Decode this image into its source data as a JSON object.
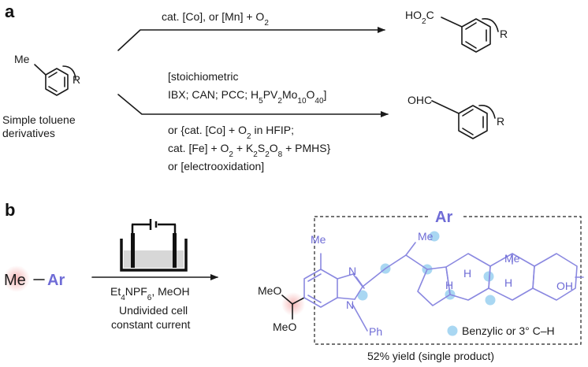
{
  "panel_a": {
    "label": "a",
    "start_methyl": "Me",
    "start_r": "R",
    "start_name_1": "Simple toluene",
    "start_name_2": "derivatives",
    "top_conditions": "cat. [Co], or [Mn] + O",
    "top_conditions_o2_sub": "2",
    "acid_group": "HO",
    "acid_group_sub": "2",
    "acid_group_tail": "C",
    "acid_r": "R",
    "stoich_line1": "[stoichiometric",
    "stoich_line2_a": "IBX; CAN; PCC; H",
    "stoich_line2_sub1": "5",
    "stoich_line2_b": "PV",
    "stoich_line2_sub2": "2",
    "stoich_line2_c": "Mo",
    "stoich_line2_sub3": "10",
    "stoich_line2_d": "O",
    "stoich_line2_sub4": "40",
    "stoich_line2_e": "]",
    "cat_line1_a": "or {cat. [Co] + O",
    "cat_line1_sub": "2",
    "cat_line1_b": " in HFIP;",
    "cat_line2_a": "cat. [Fe]  + O",
    "cat_line2_sub1": "2",
    "cat_line2_b": " + K",
    "cat_line2_sub2": "2",
    "cat_line2_c": "S",
    "cat_line2_sub3": "2",
    "cat_line2_d": "O",
    "cat_line2_sub4": "8",
    "cat_line2_e": " + PMHS}",
    "cat_line3": "or [electrooxidation]",
    "aldehyde_group": "OHC",
    "aldehyde_r": "R"
  },
  "panel_b": {
    "label": "b",
    "me": "Me",
    "ar": "Ar",
    "reagents_a": "Et",
    "reagents_sub1": "4",
    "reagents_b": "NPF",
    "reagents_sub2": "6",
    "reagents_c": ", MeOH",
    "cell": "Undivided cell",
    "current": "constant current",
    "box_title": "Ar",
    "product_me1": "Me",
    "product_me2": "Me",
    "product_me3": "Me",
    "product_n1": "N",
    "product_n2": "N",
    "product_meo1": "MeO",
    "product_meo2": "MeO",
    "product_ph": "Ph",
    "product_h1": "H",
    "product_h2": "H",
    "product_h3": "H",
    "product_oh": "OH",
    "legend": "Benzylic or 3° C–H",
    "yield": "52% yield (single product)"
  },
  "colors": {
    "accent": "#6f6cd6",
    "highlight_dot": "#a9d7f2",
    "methyl_glow": "#f7c3c3"
  }
}
